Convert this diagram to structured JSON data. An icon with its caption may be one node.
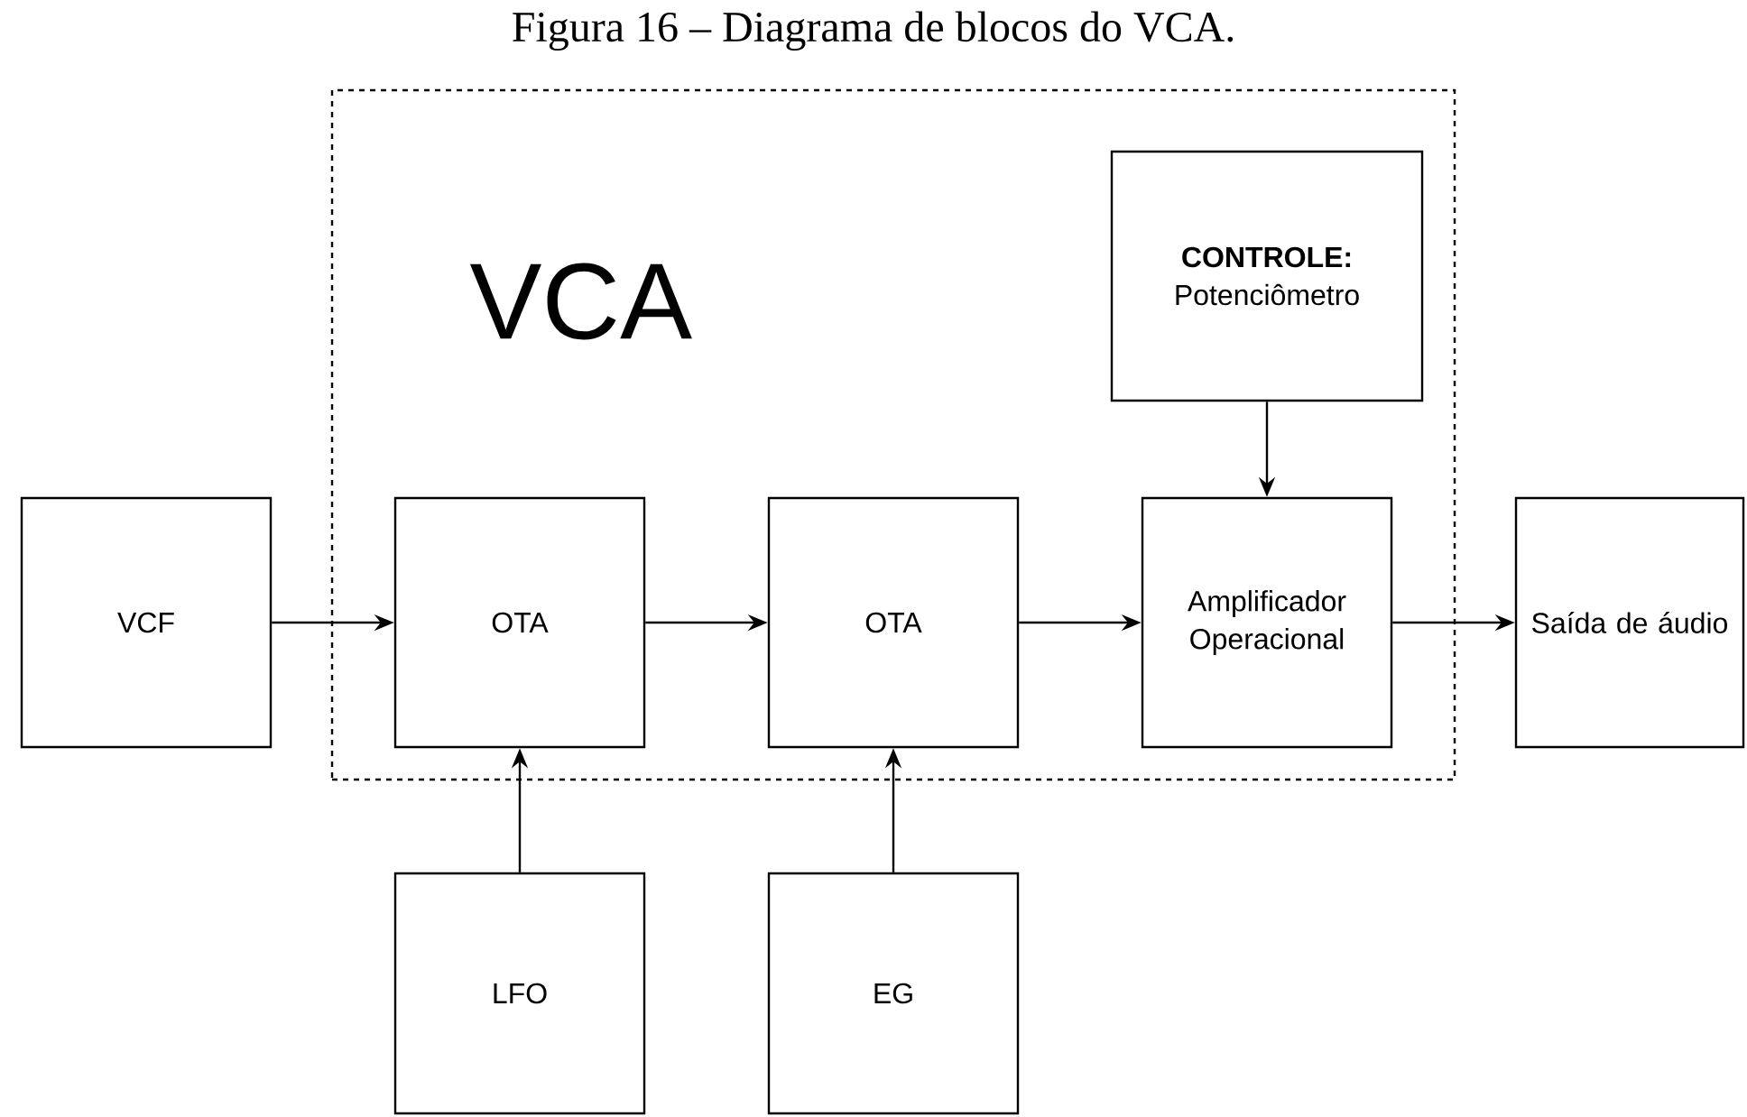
{
  "diagram": {
    "title": "Figura 16 – Diagrama de blocos do VCA.",
    "nodes": [
      {
        "text": [
          "VCA"
        ]
      },
      {
        "text": [
          "CONTROLE:",
          "Potenciômetro"
        ],
        "in": 0
      },
      {
        "text": [
          "VCF"
        ]
      },
      {
        "text": [
          "OTA"
        ],
        "in": 0
      },
      {
        "text": [
          "OTA"
        ],
        "in": 0
      },
      {
        "text": [
          "Amplificador Operacional"
        ],
        "in": 0
      },
      {
        "text": [
          "Saída de áudio"
        ]
      },
      {
        "text": [
          "LFO"
        ]
      },
      {
        "text": [
          "EG"
        ]
      }
    ],
    "edges": [
      {
        "from": 2,
        "to": 3,
        "arrow": "to"
      },
      {
        "from": 3,
        "to": 4,
        "arrow": "to"
      },
      {
        "from": 4,
        "to": 5,
        "arrow": "to"
      },
      {
        "from": 5,
        "to": 6,
        "arrow": "to"
      },
      {
        "from": 1,
        "to": 5,
        "arrow": "to"
      },
      {
        "from": 7,
        "to": 3,
        "arrow": "to"
      },
      {
        "from": 8,
        "to": 4,
        "arrow": "to"
      }
    ]
  }
}
